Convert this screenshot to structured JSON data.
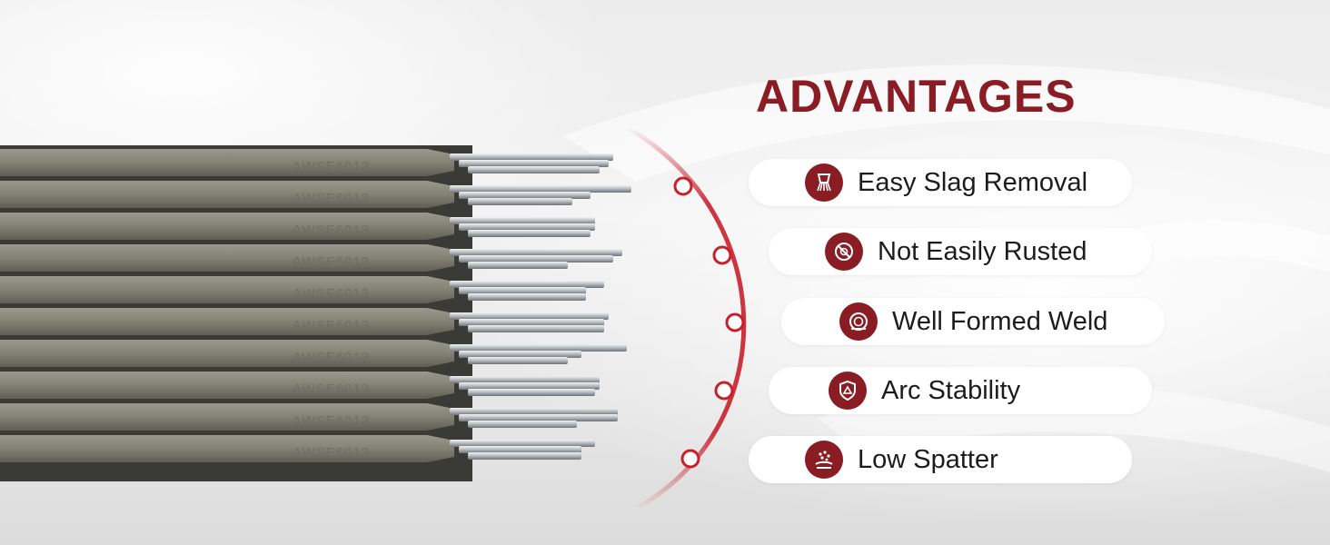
{
  "title": "ADVANTAGES",
  "rod_marking": "AWSE6013",
  "colors": {
    "accent": "#8a1c24",
    "pill": "#ffffff",
    "rod_flux": "#7d7d6e",
    "rod_core": "#b8bcc0"
  },
  "features": [
    {
      "label": "Easy Slag Removal",
      "icon": "slag-brush-icon"
    },
    {
      "label": "Not Easily Rusted",
      "icon": "no-rust-icon"
    },
    {
      "label": "Well Formed Weld",
      "icon": "weld-bead-icon"
    },
    {
      "label": "Arc Stability",
      "icon": "arc-shield-icon"
    },
    {
      "label": "Low Spatter",
      "icon": "spatter-icon"
    }
  ]
}
